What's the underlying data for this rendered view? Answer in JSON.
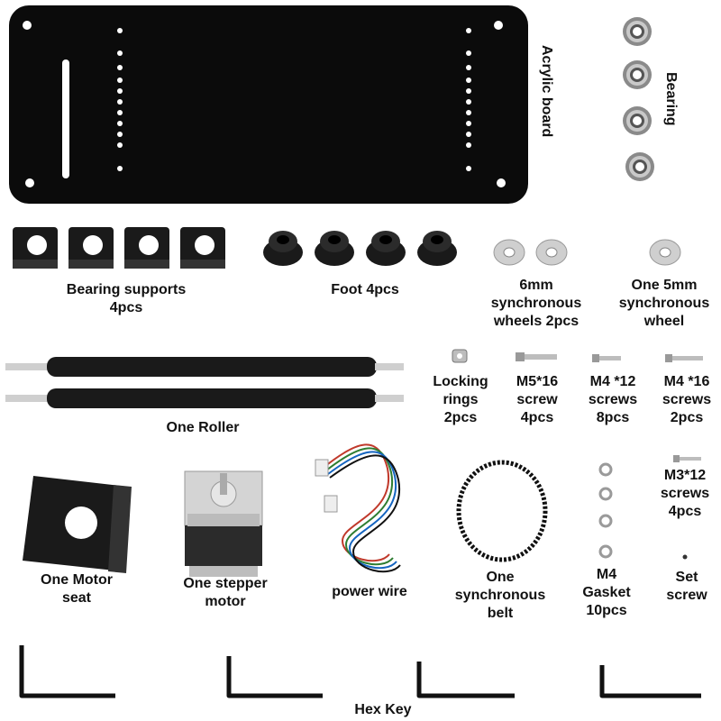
{
  "labels": {
    "acrylic_board": "Acrylic board",
    "bearing": "Bearing",
    "bearing_supports": "Bearing supports\n4pcs",
    "foot": "Foot 4pcs",
    "sync_wheels_6mm": "6mm\nsynchronous\nwheels 2pcs",
    "sync_wheel_5mm": "One 5mm\nsynchronous\nwheel",
    "roller": "One Roller",
    "locking_rings": "Locking\nrings\n2pcs",
    "m5_16": "M5*16\nscrew\n4pcs",
    "m4_12": "M4 *12\nscrews\n8pcs",
    "m4_16": "M4 *16\nscrews\n2pcs",
    "motor_seat": "One Motor\nseat",
    "stepper_motor": "One stepper\nmotor",
    "power_wire": "power wire",
    "belt": "One\nsynchronous\nbelt",
    "gasket": "M4\nGasket\n10pcs",
    "m3_12": "M3*12\nscrews\n4pcs",
    "set_screw": "Set\nscrew",
    "hex_key": "Hex Key"
  }
}
